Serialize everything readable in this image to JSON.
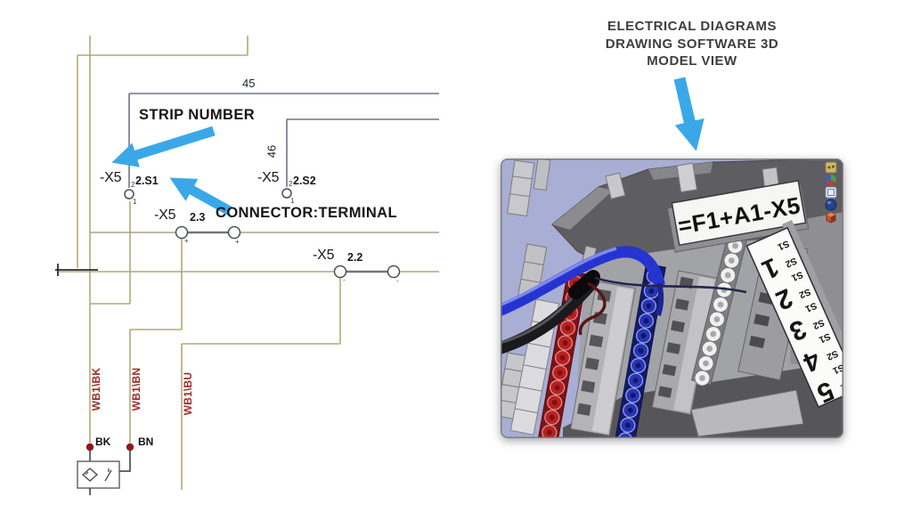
{
  "annotations": {
    "strip_number": "STRIP NUMBER",
    "connector_terminal": "CONNECTOR:TERMINAL"
  },
  "title": {
    "line1": "ELECTRICAL DIAGRAMS",
    "line2": "DRAWING SOFTWARE 3D",
    "line3": "MODEL VIEW"
  },
  "schematic": {
    "net45": "45",
    "net46": "46",
    "t2s1": {
      "device": "-X5",
      "pin": "2.S1",
      "pin_top": "2",
      "pin_bottom": "1"
    },
    "t2s2": {
      "device": "-X5",
      "pin": "2.S2",
      "pin_top": "2",
      "pin_bottom": "1"
    },
    "t23": {
      "device": "-X5",
      "pin": "2.3",
      "mark_left": "+",
      "mark_right": "+"
    },
    "t22": {
      "device": "-X5",
      "pin": "2.2",
      "mark_left": "-",
      "mark_right": "-"
    },
    "wires": {
      "bk": "WB1\\BK",
      "bn": "WB1\\BN",
      "bu": "WB1\\BU"
    },
    "sensor": {
      "pin_bk": "BK",
      "pin_bn": "BN"
    },
    "colors": {
      "wire": "#b3a874",
      "net": "#6e7487",
      "bus": "#a9a488",
      "wire_label": "#9e2b24",
      "dot": "#8e1b1b"
    }
  },
  "model_view": {
    "device_label": "=F1+A1-X5",
    "terminal_numbers": [
      "1",
      "2",
      "3",
      "4",
      "5"
    ],
    "strip_pins": [
      "S1",
      "S2",
      "S1",
      "S2",
      "S1",
      "S2",
      "S1",
      "S2",
      "S1",
      "S2"
    ],
    "background": "#a9aed4",
    "toolbar_icons": [
      "view-orientation-icon",
      "appearance-icon",
      "display-style-icon",
      "rotate-view-icon",
      "edit-appearance-icon"
    ]
  },
  "arrow_color": "#3aa8e8"
}
